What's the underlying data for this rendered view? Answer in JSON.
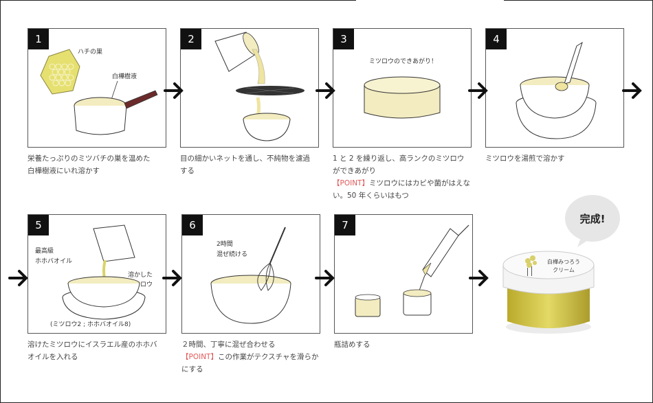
{
  "steps": [
    {
      "num": "1",
      "caption_lines": [
        "栄養たっぷりのミツバチの巣を温めた",
        "白樺樹液にいれ溶かす"
      ],
      "labels": [
        "ハチの巣",
        "白樺樹液"
      ]
    },
    {
      "num": "2",
      "caption_lines": [
        "目の細かいネットを通し、不純物を濾過",
        "する"
      ],
      "labels": []
    },
    {
      "num": "3",
      "caption_lines": [
        "1 と 2 を繰り返し、高ランクのミツロウ",
        "ができあがり"
      ],
      "point": "【POINT】",
      "point_text": "ミツロウにはカビや菌がはえな",
      "caption_tail": "い。50 年くらいはもつ",
      "labels": [
        "ミツロウのできあがり！"
      ]
    },
    {
      "num": "4",
      "caption_lines": [
        "ミツロウを湯煎で溶かす"
      ],
      "labels": []
    },
    {
      "num": "5",
      "caption_lines": [
        "溶けたミツロウにイスラエル産のホホバ",
        "オイルを入れる"
      ],
      "labels": [
        "最高級",
        "ホホバオイル",
        "溶かした",
        "ミツロウ",
        "(ミツロウ2 ; ホホバオイル8)"
      ]
    },
    {
      "num": "6",
      "caption_lines": [
        "２時間、丁寧に混ぜ合わせる"
      ],
      "point": "【POINT】",
      "point_text": "この作業がテクスチャを滑らか",
      "caption_tail": "にする",
      "labels": [
        "2時間",
        "混ぜ続ける"
      ]
    },
    {
      "num": "7",
      "caption_lines": [
        "瓶詰めする"
      ],
      "labels": []
    }
  ],
  "finished_label": "完成!",
  "jar_label": [
    "白樺みつろう",
    "クリーム"
  ],
  "colors": {
    "cream": "#f3ecc0",
    "honey": "#e8e07a",
    "point": "#e05a5a",
    "oil": "#d9d36a"
  },
  "icons": [
    "right-arrow-icon"
  ]
}
